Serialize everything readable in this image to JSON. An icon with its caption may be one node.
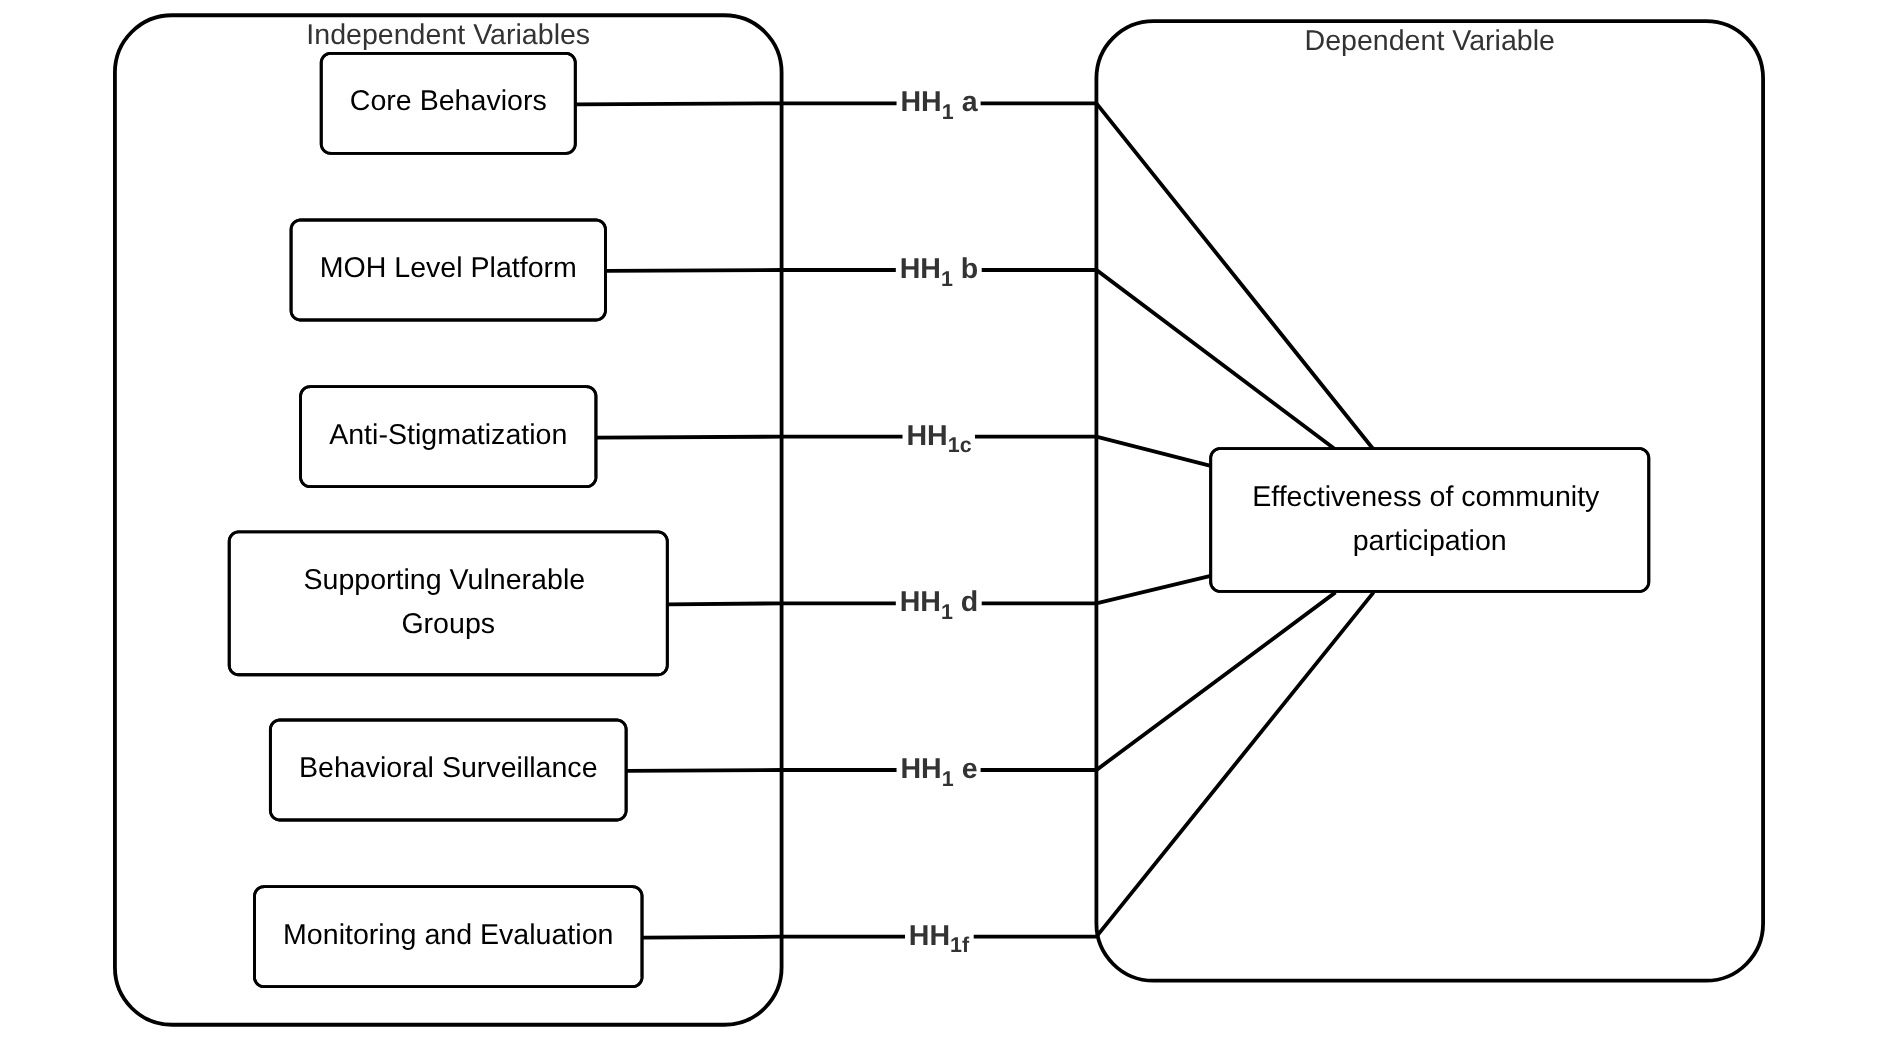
{
  "diagram": {
    "nodes": [
      {
        "text": [
          "Independent Variables"
        ]
      },
      {
        "text": [
          "Core Behaviors"
        ],
        "in": 0
      },
      {
        "text": [
          "MOH Level Platform"
        ],
        "in": 0
      },
      {
        "text": [
          "Anti-Stigmatization"
        ],
        "in": 0
      },
      {
        "text": [
          "Supporting Vulnerable Groups"
        ],
        "in": 0
      },
      {
        "text": [
          "Behavioral Surveillance"
        ],
        "in": 0
      },
      {
        "text": [
          "Monitoring and Evaluation"
        ],
        "in": 0
      },
      {
        "text": [
          "Dependent Variable"
        ]
      },
      {
        "text": [
          "Effectiveness of community participation"
        ],
        "in": 7
      }
    ],
    "edges": [
      {
        "from": 1,
        "to": 8,
        "arrow": "none",
        "label": "HH$_{1}$ a"
      },
      {
        "from": 2,
        "to": 8,
        "arrow": "none",
        "label": "HH$_{1}$ b"
      },
      {
        "from": 3,
        "to": 8,
        "arrow": "none",
        "label": "HH$_{1c}$"
      },
      {
        "from": 4,
        "to": 8,
        "arrow": "none",
        "label": "HH$_{1}$ d"
      },
      {
        "from": 5,
        "to": 8,
        "arrow": "none",
        "label": "HH$_{1}$ e"
      },
      {
        "from": 6,
        "to": 8,
        "arrow": "none",
        "label": "HH$_{1f}$"
      }
    ]
  }
}
